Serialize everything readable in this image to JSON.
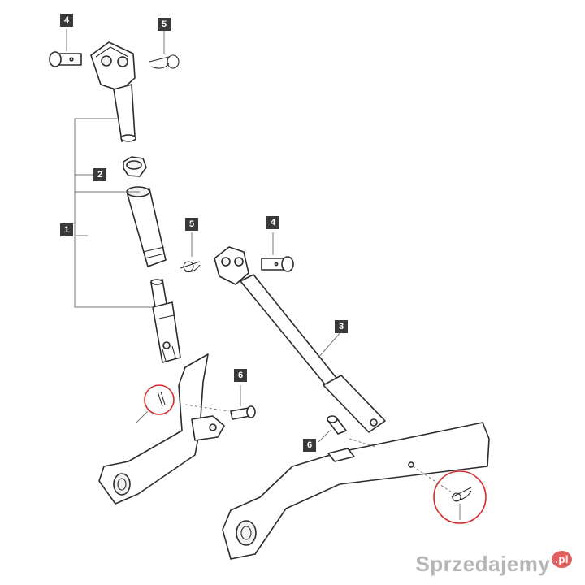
{
  "callouts": {
    "c1": "1",
    "c2": "2",
    "c3": "3",
    "c4_top": "4",
    "c4_mid": "4",
    "c5_top": "5",
    "c5_mid": "5",
    "c6_left": "6",
    "c6_right": "6"
  },
  "watermark": {
    "text": "Sprzedajemy",
    "suffix": ".pl"
  },
  "colors": {
    "callout": "#3a3a3a",
    "highlight": "#d62b2b",
    "line": "#2b2b2b"
  }
}
